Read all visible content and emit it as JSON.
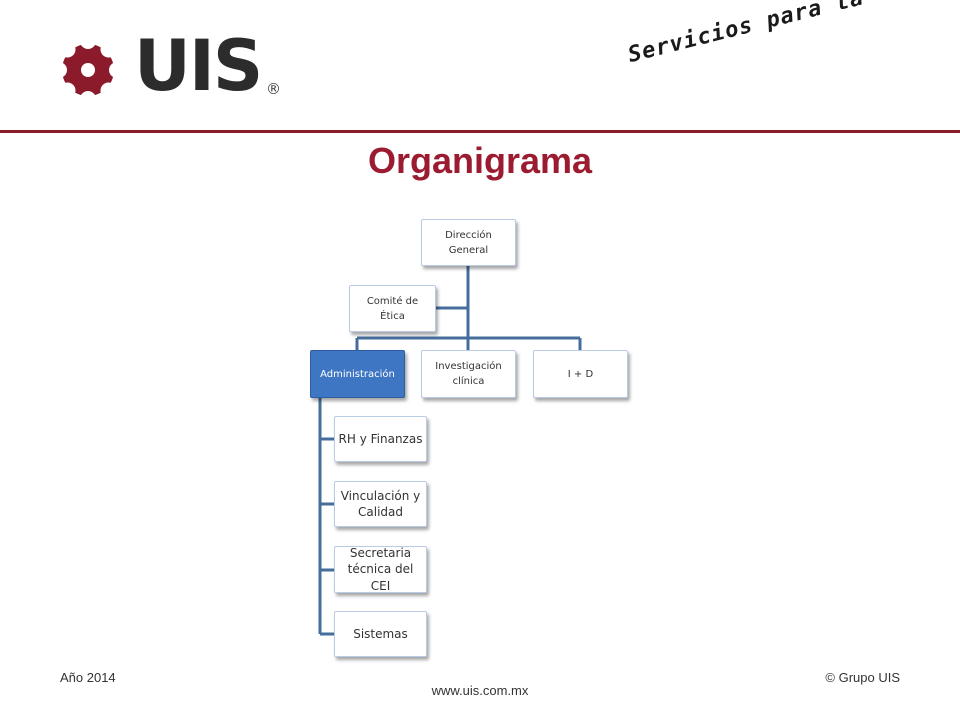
{
  "header": {
    "logo_text": "UIS",
    "logo_registered": "®",
    "tagline": "Servicios para la ciencia®",
    "colors": {
      "brand_red": "#8b1a2b",
      "title_red": "#9b1b30",
      "node_blue": "#3e76c4",
      "connector": "#456e9c"
    }
  },
  "title": "Organigrama",
  "org_chart": {
    "direccion": "Dirección General",
    "comite": "Comité de Ética",
    "administracion": "Administración",
    "investigacion": "Investigación clínica",
    "id": "I + D",
    "sub": {
      "rh": "RH y Finanzas",
      "vinculacion": "Vinculación y Calidad",
      "secretaria": "Secretaria técnica del CEI",
      "sistemas": "Sistemas"
    }
  },
  "footer": {
    "year": "Año 2014",
    "url": "www.uis.com.mx",
    "copyright": "© Grupo UIS"
  }
}
